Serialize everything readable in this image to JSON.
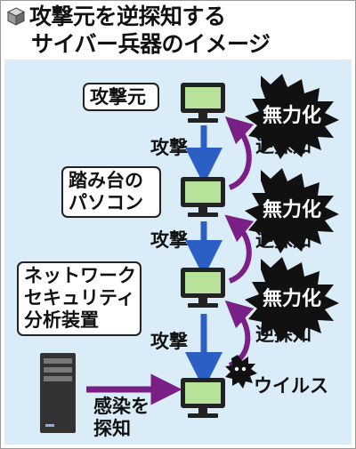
{
  "title": {
    "line1": "攻撃元を逆探知する",
    "line2": "サイバー兵器のイメージ"
  },
  "labels": {
    "attack_source": "攻撃元",
    "stepping_pc_line1": "踏み台の",
    "stepping_pc_line2": "パソコン",
    "security_device_line1": "ネットワーク",
    "security_device_line2": "セキュリティ",
    "security_device_line3": "分析装置",
    "attack": "攻撃",
    "reverse_trace": "逆探知",
    "neutralize": "無力化",
    "virus": "ウイルス",
    "detect_infection_line1": "感染を",
    "detect_infection_line2": "探知"
  },
  "colors": {
    "background_panel": "#d9ecf8",
    "attack_arrow": "#2b5fc4",
    "trace_arrow": "#7a1f86",
    "infection_arrow": "#7a1f86",
    "monitor_screen": "#b6e29a",
    "burst": "#111111"
  },
  "icons": {
    "title_icon": "cube-icon",
    "computer": "monitor-icon",
    "server": "server-tower-icon",
    "virus": "virus-icon",
    "neutralize": "burst-icon"
  }
}
